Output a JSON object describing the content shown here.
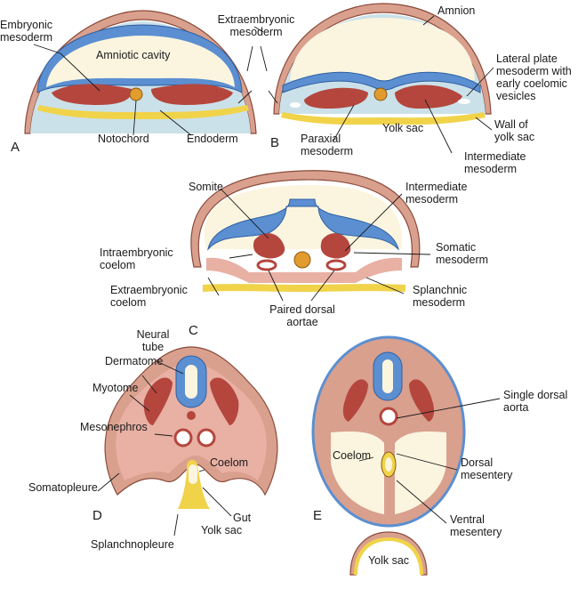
{
  "labels": {
    "embryonic_mesoderm": "Embryonic\nmesoderm",
    "amniotic_cavity": "Amniotic cavity",
    "extraembryonic_mesoderm": "Extraembryonic\nmesoderm",
    "amnion": "Amnion",
    "lateral_plate": "Lateral plate\nmesoderm with\nearly coelomic\nvesicles",
    "notochord": "Notochord",
    "endoderm": "Endoderm",
    "paraxial_mesoderm": "Paraxial\nmesoderm",
    "yolk_sac_b": "Yolk sac",
    "wall_of_yolk_sac": "Wall of\nyolk sac",
    "intermediate_mesoderm_b": "Intermediate\nmesoderm",
    "somite": "Somite",
    "intermediate_mesoderm_c": "Intermediate\nmesoderm",
    "intraembryonic_coelom": "Intraembryonic\ncoelom",
    "somatic_mesoderm": "Somatic\nmesoderm",
    "extraembryonic_coelom": "Extraembryonic\ncoelom",
    "splanchnic_mesoderm": "Splanchnic\nmesoderm",
    "paired_dorsal_aortae": "Paired dorsal\naortae",
    "neural_tube": "Neural\ntube",
    "dermatome": "Dermatome",
    "myotome": "Myotome",
    "mesonephros": "Mesonephros",
    "coelom_d": "Coelom",
    "somatopleure": "Somatopleure",
    "gut": "Gut",
    "yolk_sac_d": "Yolk sac",
    "splanchnopleure": "Splanchnopleure",
    "single_dorsal_aorta": "Single dorsal\naorta",
    "coelom_e": "Coelom",
    "dorsal_mesentery": "Dorsal\nmesentery",
    "ventral_mesentery": "Ventral\nmesentery",
    "yolk_sac_e": "Yolk sac"
  },
  "panels": {
    "a": "A",
    "b": "B",
    "c": "C",
    "d": "D",
    "e": "E"
  },
  "colors": {
    "ectoderm": "#5b8fd1",
    "mesoderm_dark": "#b4463e",
    "mesoderm_light": "#e9b0a4",
    "endoderm": "#f1d34a",
    "cavity": "#fbf5df"
  }
}
